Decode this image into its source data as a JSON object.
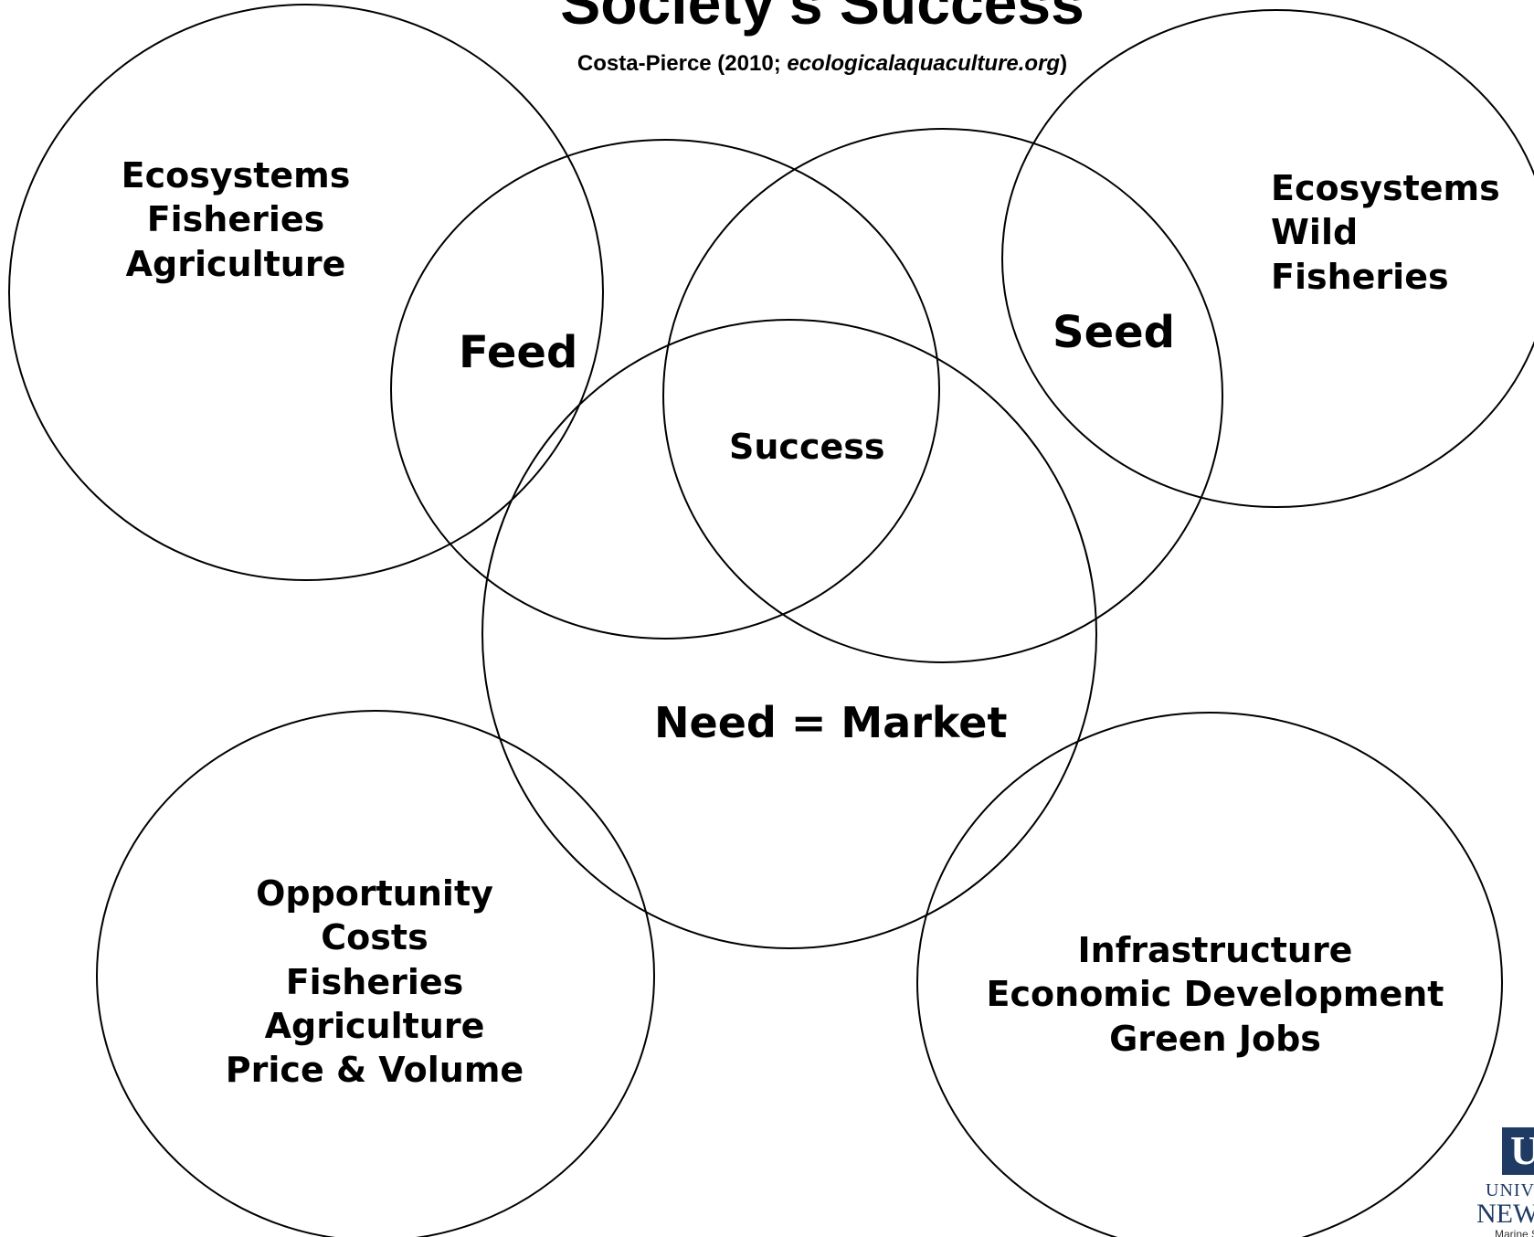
{
  "title": "Society’s Success",
  "citation": {
    "prefix": "Costa-Pierce (2010; ",
    "italic": "ecologicalaquaculture.org",
    "suffix": ")"
  },
  "labels": {
    "top_left": [
      "Ecosystems",
      "Fisheries",
      "Agriculture"
    ],
    "top_right": [
      "Ecosystems",
      "Wild",
      "Fisheries"
    ],
    "feed": "Feed",
    "seed": "Seed",
    "success": "Success",
    "market": "Need = Market",
    "bottom_left": [
      "Opportunity",
      "Costs",
      "Fisheries",
      "Agriculture",
      "Price & Volume"
    ],
    "bottom_right": [
      "Infrastructure",
      "Economic Development",
      "Green Jobs"
    ]
  },
  "logo": {
    "letter": "U",
    "line1": "UNIVERSITY OF",
    "line2": "NEW ENGLAND",
    "line3": "Marine Science Center"
  },
  "colors": {
    "stroke": "#000000",
    "background": "#ffffff",
    "logo": "#1f3a63"
  }
}
